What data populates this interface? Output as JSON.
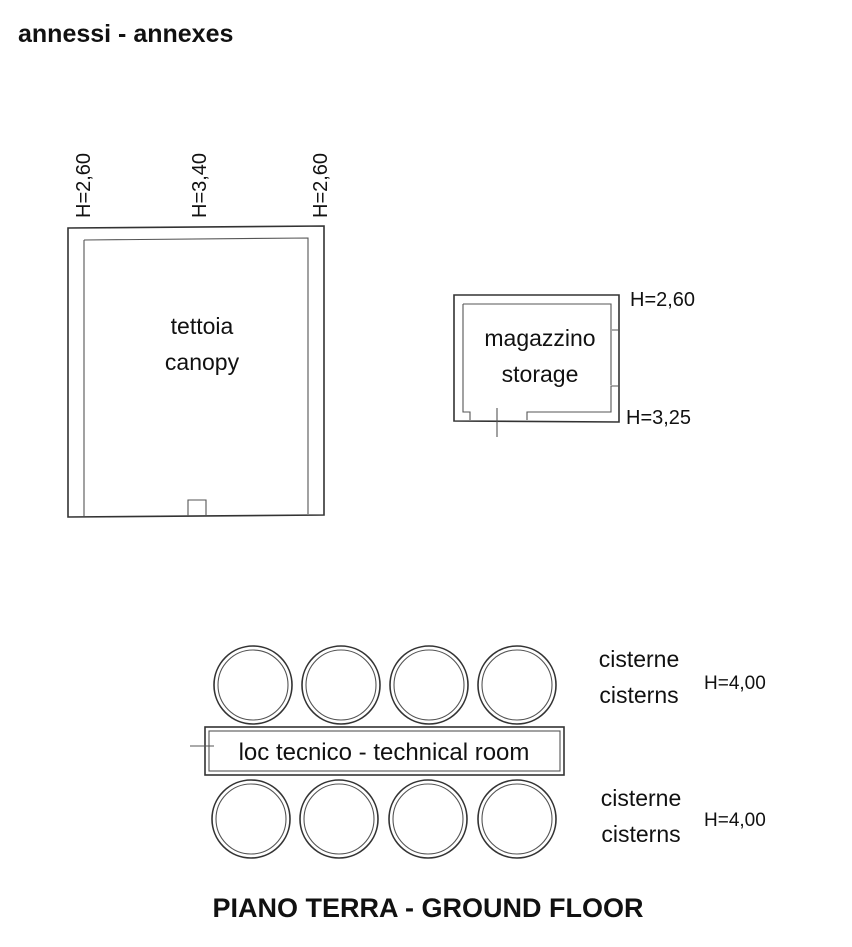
{
  "header": {
    "title": "annessi - annexes"
  },
  "canopy": {
    "label_it": "tettoia",
    "label_en": "canopy",
    "heights": [
      "H=2,60",
      "H=3,40",
      "H=2,60"
    ]
  },
  "storage": {
    "label_it": "magazzino",
    "label_en": "storage",
    "height_top": "H=2,60",
    "height_bottom": "H=3,25"
  },
  "cisterns_top": {
    "label_it": "cisterne",
    "label_en": "cisterns",
    "height": "H=4,00"
  },
  "technical_room": {
    "label": "loc tecnico - technical room"
  },
  "cisterns_bottom": {
    "label_it": "cisterne",
    "label_en": "cisterns",
    "height": "H=4,00"
  },
  "footer": {
    "title": "PIANO TERRA - GROUND FLOOR"
  }
}
